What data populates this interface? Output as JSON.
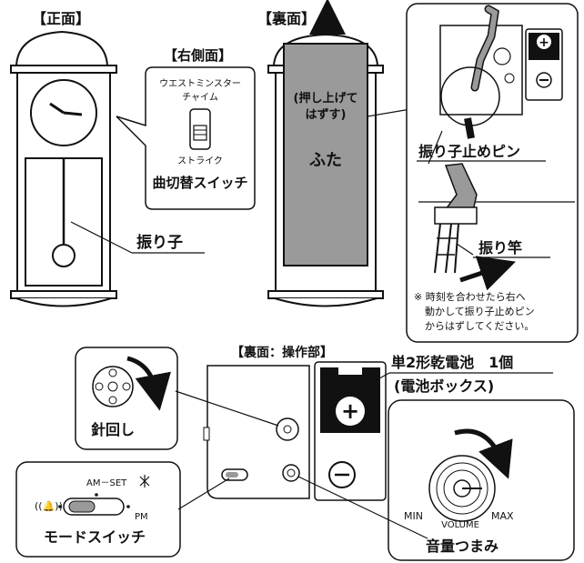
{
  "front": {
    "title": "【正面】",
    "pendulum_label": "振り子"
  },
  "side": {
    "title": "【右側面】",
    "option_top_line1": "ウエストミンスター",
    "option_top_line2": "チャイム",
    "option_bottom": "ストライク",
    "switch_label": "曲切替スイッチ"
  },
  "back": {
    "title": "【裏面】",
    "cover_note_line1": "(押し上げて",
    "cover_note_line2": "はずす)",
    "cover_label": "ふた"
  },
  "detail": {
    "stop_pin_label": "振り子止めピン",
    "rod_label": "振り竿",
    "note_line1": "※ 時刻を合わせたら右へ",
    "note_line2": "動かして振り子止めピン",
    "note_line3": "からはずしてください。"
  },
  "operation": {
    "title": "【裏面：操作部】",
    "hand_setter_label": "針回し",
    "battery_line1": "単2形乾電池　1個",
    "battery_line2": "(電池ボックス)",
    "plus_symbol": "+",
    "minus_symbol": "−",
    "volume_min": "MIN",
    "volume_label": "VOLUME",
    "volume_max": "MAX",
    "volume_knob_label": "音量つまみ",
    "mode_am_set": "AM－SET",
    "mode_pm": "PM",
    "mode_switch_label": "モードスイッチ"
  }
}
